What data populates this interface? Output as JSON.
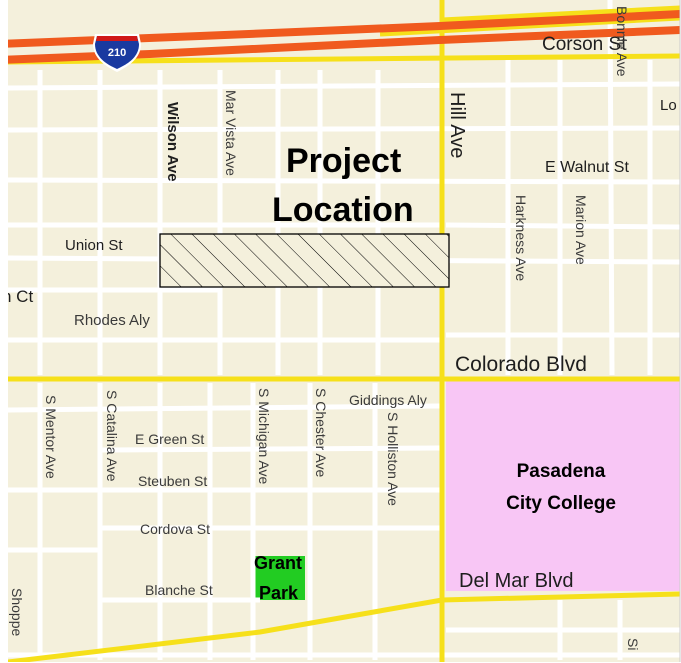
{
  "map": {
    "colors": {
      "background": "#f4f0dc",
      "minor_road": "#ffffff",
      "major_road": "#f6e01a",
      "freeway": "#f05a1e",
      "college": "#f8c6f5",
      "park": "#22cc22"
    },
    "freeway_shield": {
      "number": "210",
      "icon": "interstate-shield-icon"
    },
    "project": {
      "line1": "Project",
      "line2": "Location"
    },
    "college": {
      "line1": "Pasadena",
      "line2": "City College"
    },
    "park": {
      "line1": "Grant",
      "line2": "Park"
    },
    "streets": {
      "corson": "Corson St",
      "hill": "Hill Ave",
      "wilson": "Wilson Ave",
      "mar_vista": "Mar Vista Ave",
      "bonnie_partial": "Bonnie Ave",
      "lo_partial": "Lo",
      "ewalnut": "E Walnut St",
      "union": "Union St",
      "harkness": "Harkness Ave",
      "marion": "Marion Ave",
      "ct_partial": "n Ct",
      "rhodes": "Rhodes Aly",
      "colorado": "Colorado Blvd",
      "giddings": "Giddings Aly",
      "s_mentor": "S Mentor Ave",
      "s_catalina": "S Catalina Ave",
      "e_green": "E Green St",
      "s_michigan": "S Michigan Ave",
      "s_chester": "S Chester Ave",
      "s_holliston": "S Holliston Ave",
      "steuben": "Steuben St",
      "cordova": "Cordova St",
      "blanche": "Blanche St",
      "del_mar": "Del Mar Blvd",
      "shoppe_partial": "Shoppe",
      "si_partial": "Si"
    }
  }
}
